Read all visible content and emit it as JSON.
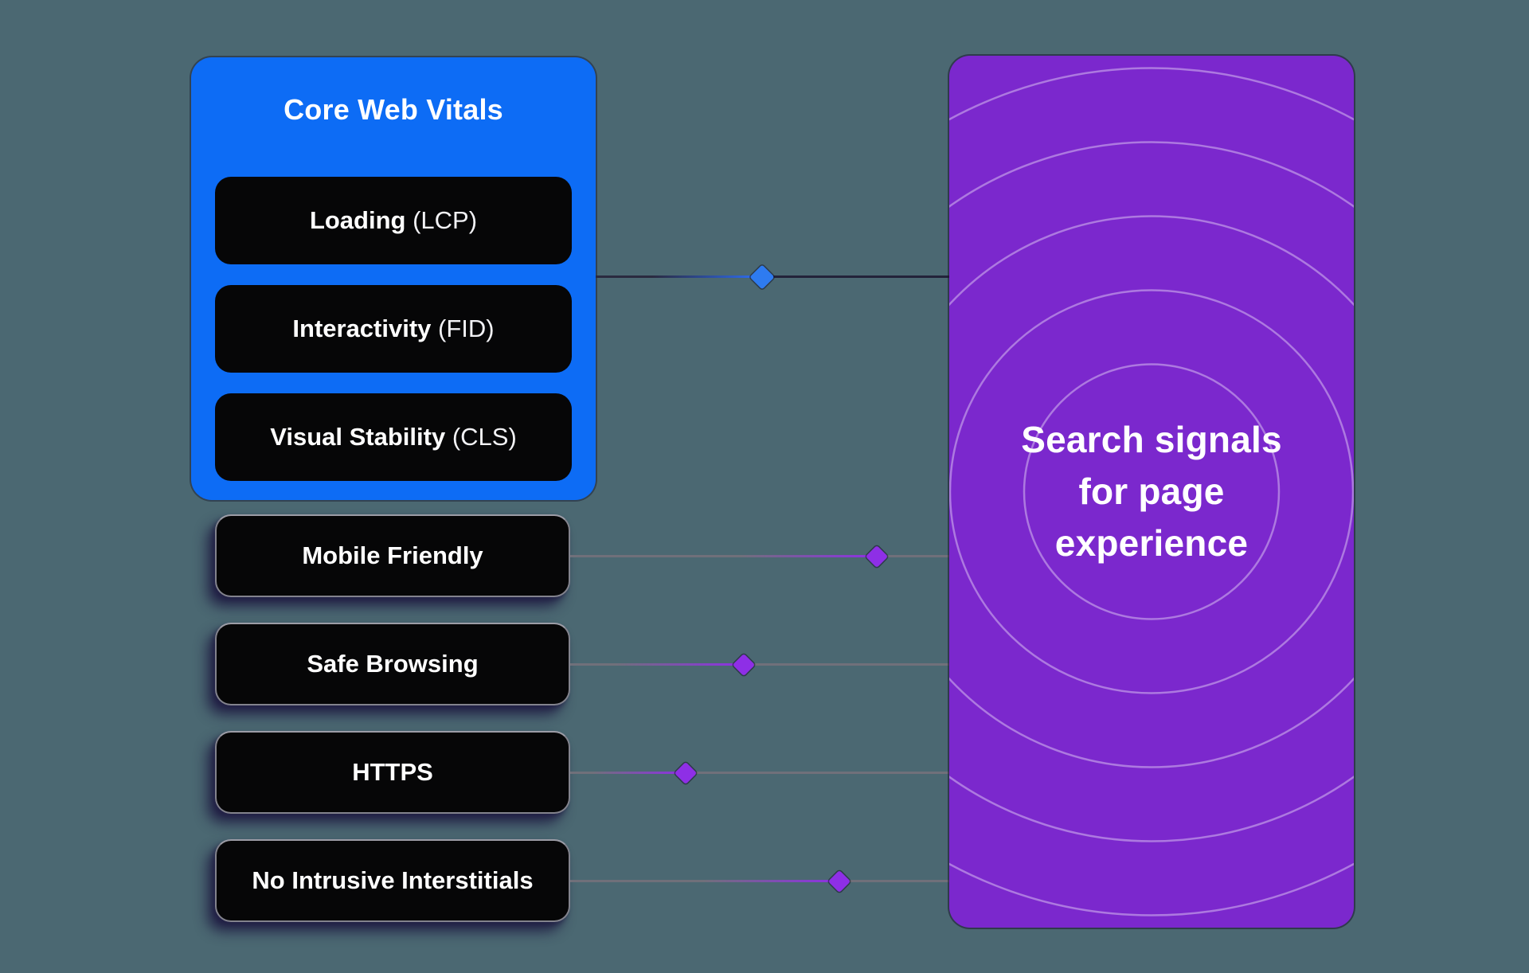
{
  "colors": {
    "background": "#4B6872",
    "blue_panel": "#0D6CF5",
    "purple_panel": "#7B28CD",
    "pill_black": "#060607",
    "diamond_blue": "#2E7BF0",
    "diamond_purple": "#8E2FE6",
    "connector_gray": "#70707A",
    "connector_dark": "#23233A",
    "circle_stroke": "rgba(255,255,255,0.38)"
  },
  "core_web_vitals": {
    "title": "Core Web Vitals",
    "pills": [
      {
        "label_bold": "Loading ",
        "label_plain": "(LCP)"
      },
      {
        "label_bold": "Interactivity ",
        "label_plain": "(FID)"
      },
      {
        "label_bold": "Visual Stability ",
        "label_plain": "(CLS)"
      }
    ]
  },
  "signal_pills": [
    {
      "label": "Mobile Friendly"
    },
    {
      "label": "Safe Browsing"
    },
    {
      "label": "HTTPS"
    },
    {
      "label": "No Intrusive Interstitials"
    }
  ],
  "search_signals_panel": {
    "title_lines": [
      "Search signals",
      "for page",
      "experience"
    ]
  }
}
